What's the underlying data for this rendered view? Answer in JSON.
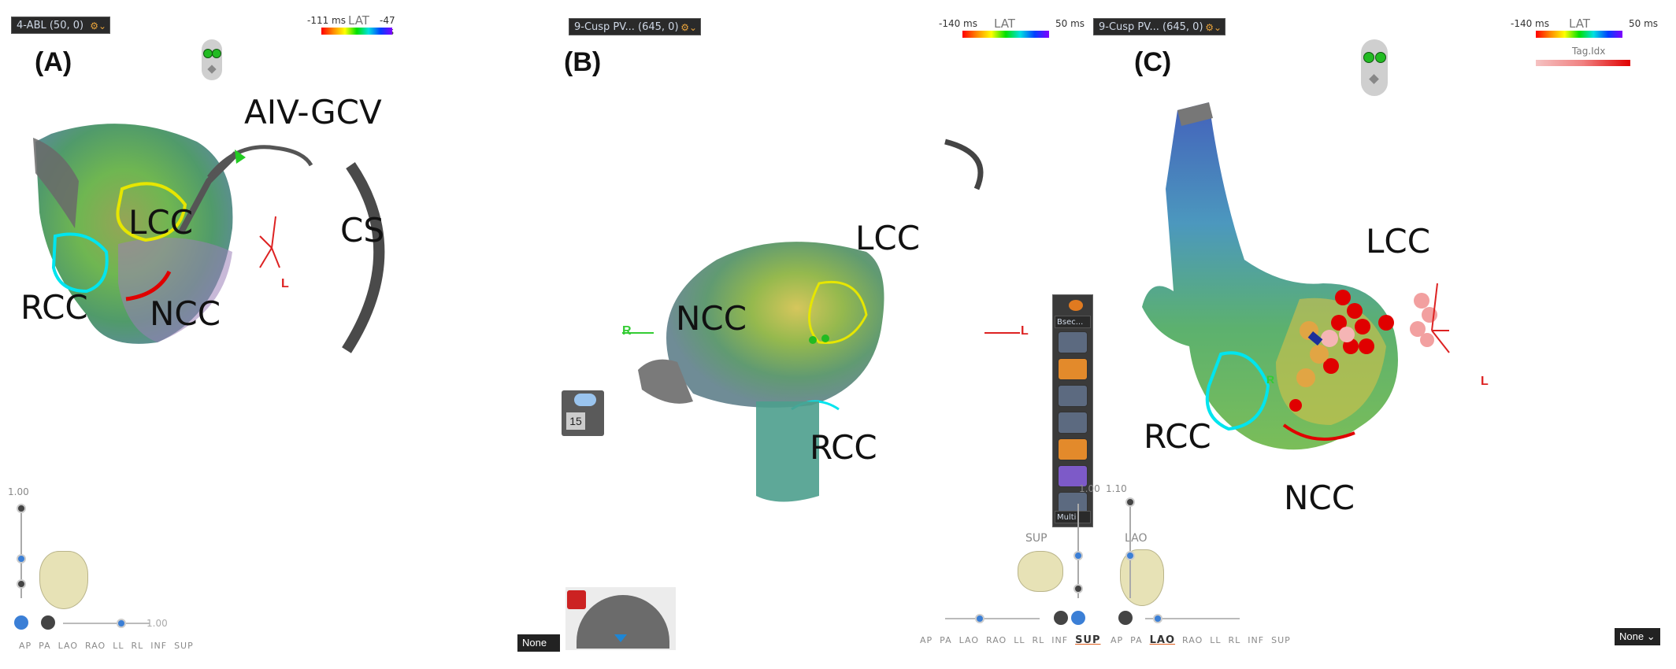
{
  "panels": [
    {
      "letter": "(A)",
      "dropdown": "4-ABL (50, 0)",
      "lat": {
        "min": "-111 ms",
        "title": "LAT",
        "max": "-47 ms"
      },
      "labels": {
        "aiv": "AIV-GCV",
        "cs": "CS",
        "lcc": "LCC",
        "rcc": "RCC",
        "ncc": "NCC",
        "orient_l": "L"
      },
      "slider_top": "1.00",
      "slider_right": "1.00",
      "views": [
        "AP",
        "PA",
        "LAO",
        "RAO",
        "LL",
        "RL",
        "INF",
        "SUP"
      ]
    },
    {
      "letter": "(B)",
      "dropdown": "9-Cusp PV... (645, 0)",
      "lat": {
        "min": "-140 ms",
        "title": "LAT",
        "max": "50 ms"
      },
      "labels": {
        "lcc": "LCC",
        "ncc": "NCC",
        "rcc": "RCC",
        "orient_r": "R",
        "orient_l": "L"
      },
      "counter": "15",
      "tool_select": "Bsec...",
      "tool_multi": "Multi",
      "none_label": "None",
      "view_label": "SUP",
      "slider_val": "1.00",
      "views": [
        "AP",
        "PA",
        "LAO",
        "RAO",
        "LL",
        "RL",
        "INF",
        "SUP"
      ],
      "active_view": "SUP"
    },
    {
      "letter": "(C)",
      "dropdown": "9-Cusp PV... (645, 0)",
      "lat": {
        "min": "-140 ms",
        "title": "LAT",
        "max": "50 ms"
      },
      "tag_label": "Tag.Idx",
      "labels": {
        "lcc": "LCC",
        "rcc": "RCC",
        "ncc": "NCC",
        "orient_r": "R",
        "orient_l": "L"
      },
      "view_label": "LAO",
      "slider_val": "1.10",
      "none_label": "None",
      "views": [
        "AP",
        "PA",
        "LAO",
        "RAO",
        "LL",
        "RL",
        "INF",
        "SUP"
      ],
      "active_view": "LAO"
    }
  ],
  "colors": {
    "rcc": "#00e5ee",
    "ncc": "#e00000",
    "lcc": "#e6e600",
    "orient": "#dd2222",
    "orient_r": "#33cc33"
  }
}
